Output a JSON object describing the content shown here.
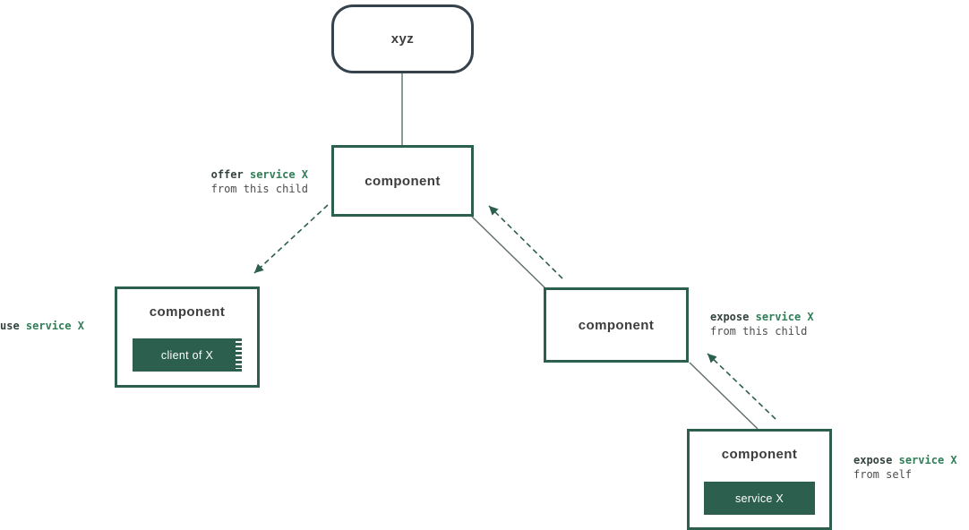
{
  "diagram": {
    "nodes": {
      "xyz": {
        "label": "xyz"
      },
      "parent": {
        "label": "component"
      },
      "left_child": {
        "label": "component",
        "inner_label": "client of X"
      },
      "right_child": {
        "label": "component"
      },
      "grand_child": {
        "label": "component",
        "inner_label": "service X"
      }
    },
    "annotations": {
      "offer": {
        "keyword": "offer",
        "service": "service X",
        "sub": "from this child"
      },
      "use": {
        "keyword": "use",
        "service": "service X"
      },
      "expose_child": {
        "keyword": "expose",
        "service": "service X",
        "sub": "from this child"
      },
      "expose_self": {
        "keyword": "expose",
        "service": "service X",
        "sub": "from self"
      }
    },
    "colors": {
      "green": "#2d5f4e",
      "slate": "#36424c",
      "annotation_green": "#2f7e56",
      "line_gray": "#5e6e69"
    }
  }
}
